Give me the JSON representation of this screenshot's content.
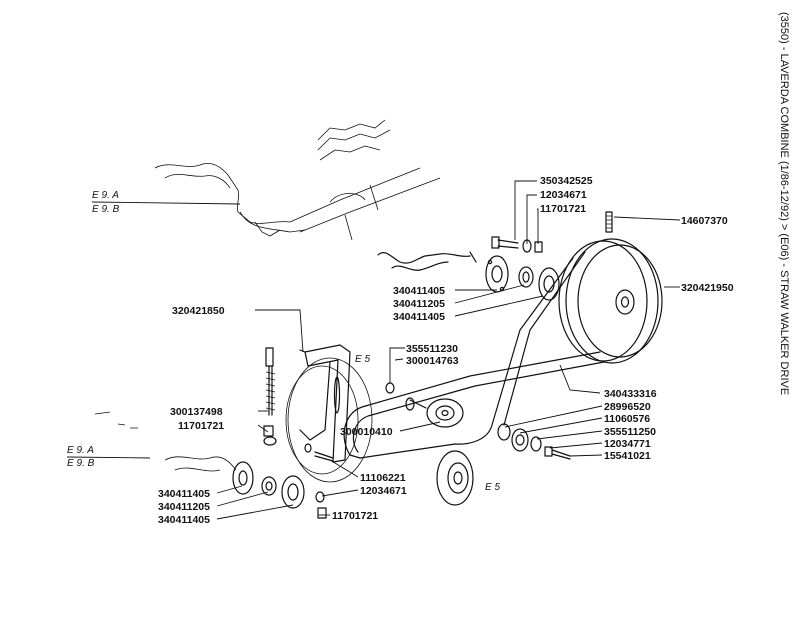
{
  "side_title": "(3550) - LAVERDA COMBINE (1/86-12/92) > (E06) - STRAW WALKER DRIVE",
  "refs": {
    "e9a_top": "E 9. A",
    "e9b_top": "E 9. B",
    "e9a_bottom": "E 9. A",
    "e9b_bottom": "E 9. B",
    "e5_bracket": "E 5",
    "e5_disc": "E 5"
  },
  "parts": {
    "p350342525": "350342525",
    "p12034671_top": "12034671",
    "p11701721_top": "11701721",
    "p14607370": "14607370",
    "p320421950": "320421950",
    "p340411405_a": "340411405",
    "p340411205_a": "340411205",
    "p340411405_b": "340411405",
    "p320421850": "320421850",
    "p355511230": "355511230",
    "p300014763": "300014763",
    "p340433316": "340433316",
    "p28996520": "28996520",
    "p11060576": "11060576",
    "p355511250": "355511250",
    "p12034771": "12034771",
    "p15541021": "15541021",
    "p300010410": "300010410",
    "p300137498": "300137498",
    "p11701721_mid": "11701721",
    "p11106221": "11106221",
    "p12034671_bot": "12034671",
    "p340411405_c": "340411405",
    "p340411205_c": "340411205",
    "p340411405_d": "340411405",
    "p11701721_bot": "11701721"
  }
}
